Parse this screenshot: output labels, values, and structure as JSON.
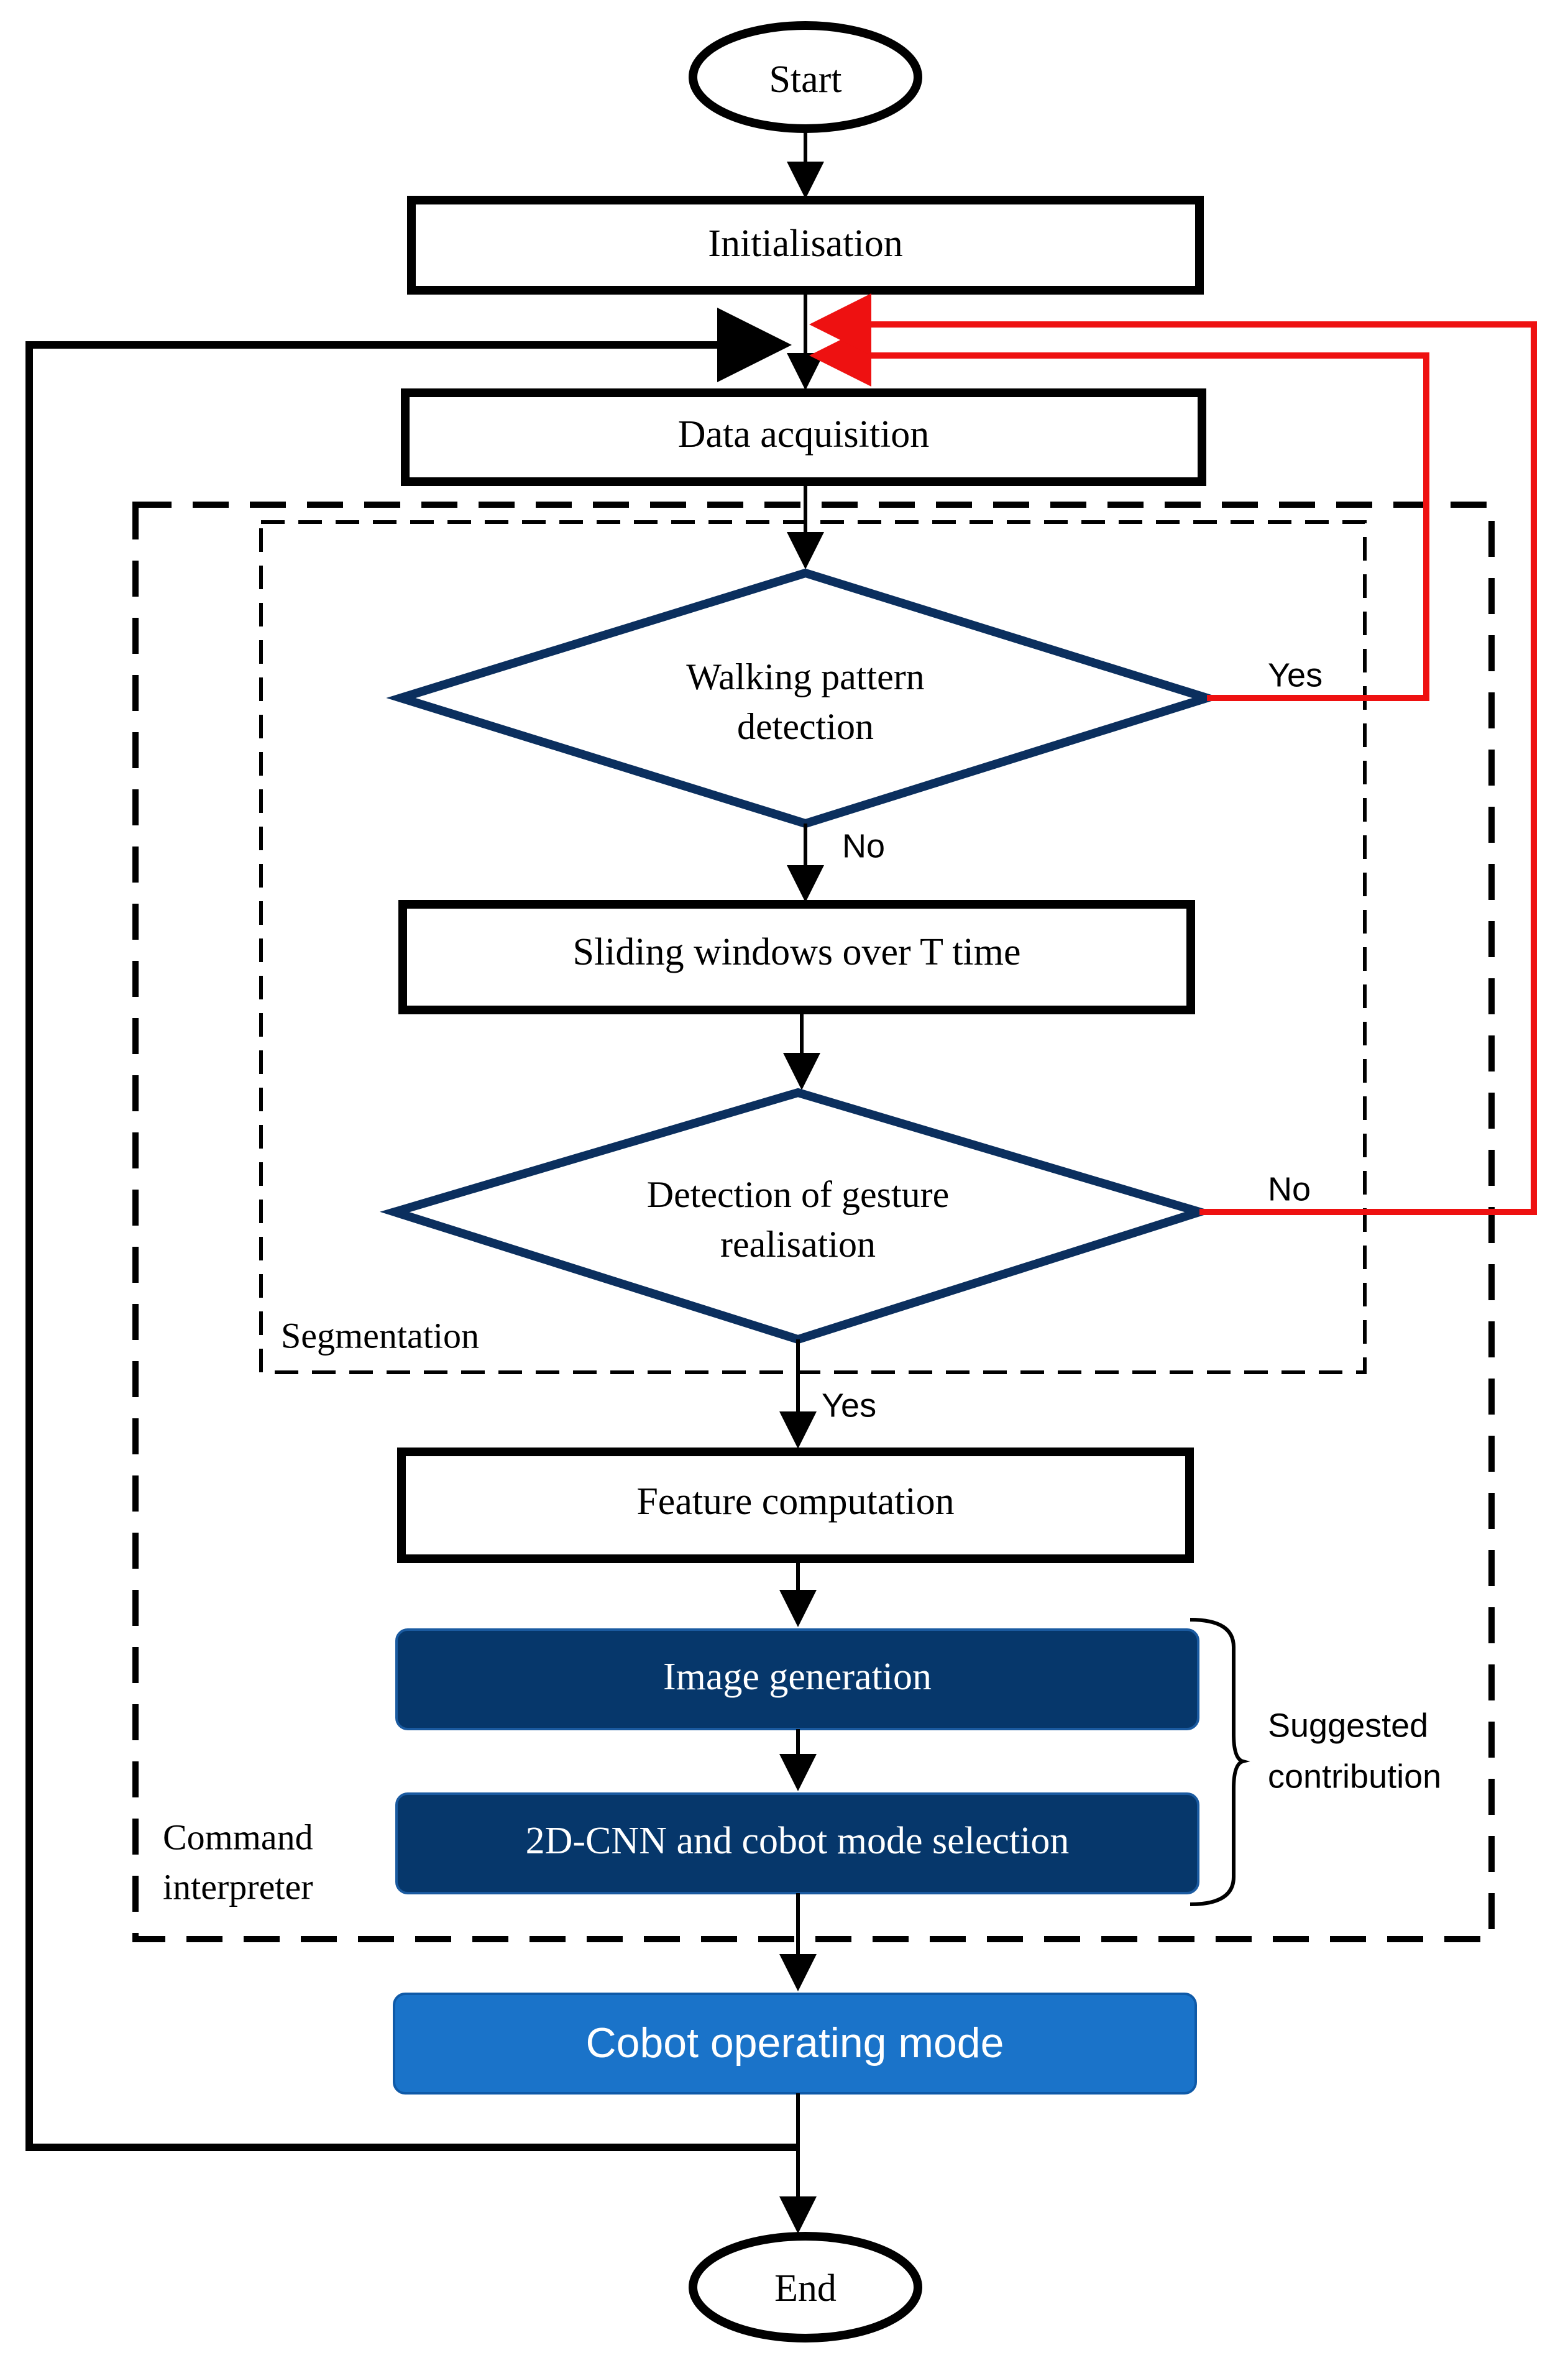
{
  "nodes": {
    "start": "Start",
    "initialisation": "Initialisation",
    "data_acquisition": "Data acquisition",
    "walking_pattern_line1": "Walking pattern",
    "walking_pattern_line2": "detection",
    "sliding_windows": "Sliding windows over T time",
    "gesture_detection_line1": "Detection of gesture",
    "gesture_detection_line2": "realisation",
    "feature_computation": "Feature computation",
    "image_generation": "Image generation",
    "cnn_selection": "2D-CNN and cobot mode selection",
    "cobot_operating_mode": "Cobot operating mode",
    "end": "End"
  },
  "edge_labels": {
    "walking_yes": "Yes",
    "walking_no": "No",
    "gesture_no": "No",
    "gesture_yes": "Yes"
  },
  "groups": {
    "segmentation": "Segmentation",
    "command_interpreter_line1": "Command",
    "command_interpreter_line2": "interpreter",
    "suggested_line1": "Suggested",
    "suggested_line2": "contribution"
  },
  "colors": {
    "decision_border": "#0b2f5e",
    "dark_box": "#06376b",
    "light_box": "#1a73c9",
    "loop_arrow": "#ee1111",
    "black": "#000000"
  }
}
